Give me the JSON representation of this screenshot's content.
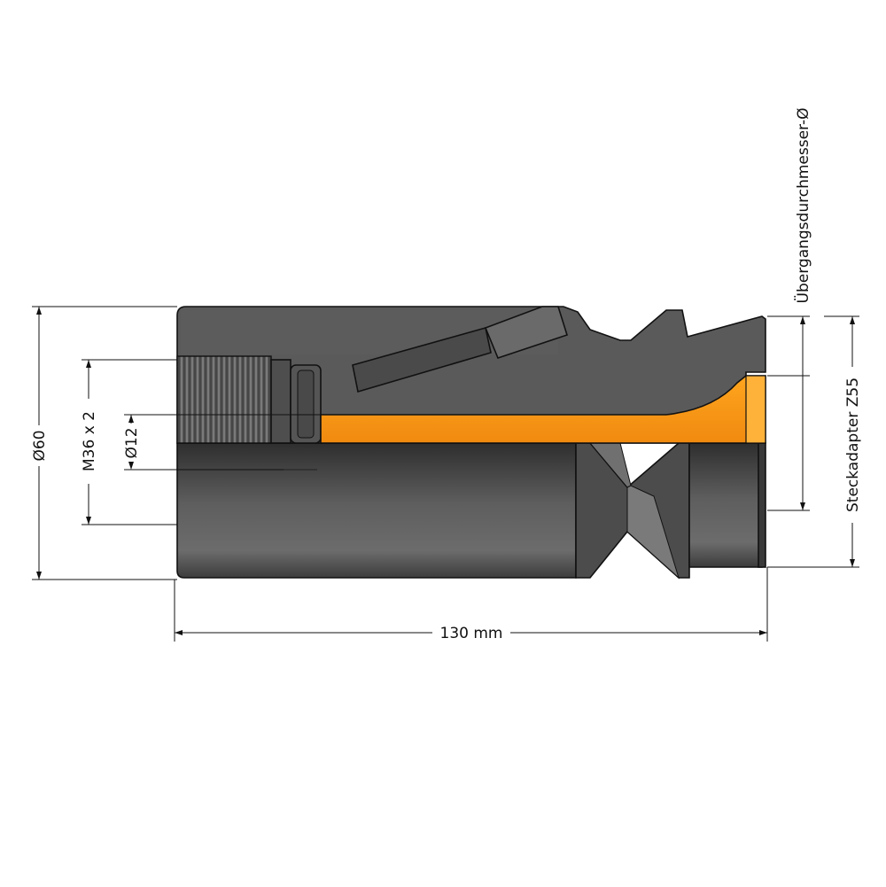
{
  "drawing": {
    "labels": {
      "length": "130 mm",
      "outer_diameter": "Ø60",
      "thread": "M36 x 2",
      "bore": "Ø12",
      "transition_diameter": "Übergangsdurchmesser-Ø",
      "adapter": "Steckadapter Z55"
    },
    "colors": {
      "body_dark": "#3e3e3e",
      "body_light": "#6e6e6e",
      "section_face": "#585858",
      "bore_orange": "#f5a21f",
      "bore_orange_light": "#ffc04a",
      "outline": "#111111"
    }
  }
}
